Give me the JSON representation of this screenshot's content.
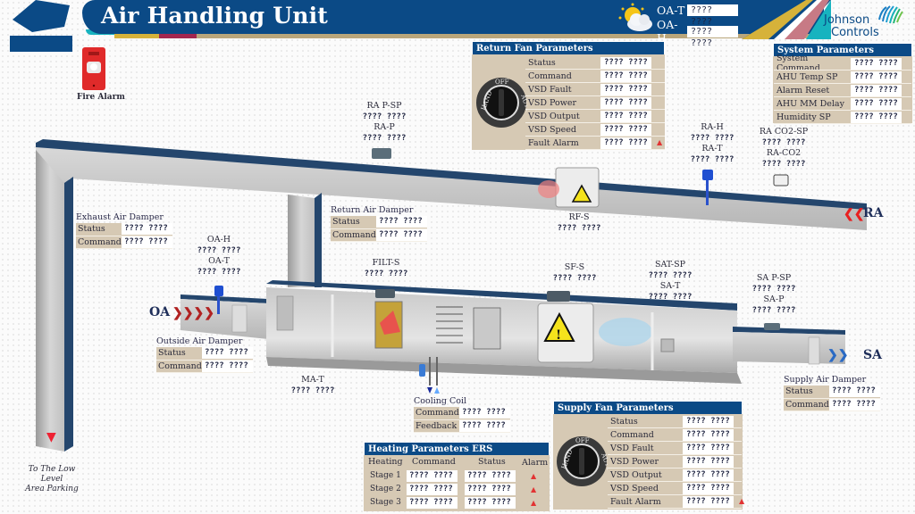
{
  "header": {
    "title": "Air Handling Unit",
    "oa_t": {
      "label": "OA-T",
      "value": "???? ????"
    },
    "oa_h": {
      "label": "OA-H",
      "value": "???? ????"
    },
    "brand_line1": "Johnson",
    "brand_line2": "Controls",
    "weather_icon": "partly-cloudy-icon",
    "colors": {
      "primary": "#0b4a86",
      "teal": "#17b3bf",
      "gold": "#d6b23a",
      "maroon": "#a3264f",
      "tan": "#b9a67b"
    }
  },
  "fire_alarm": {
    "label": "Fire Alarm"
  },
  "return_fan": {
    "title": "Return Fan Parameters",
    "selector": [
      "HAND",
      "OFF",
      "AUTO"
    ],
    "rows": [
      {
        "label": "Status",
        "value": "???? ????"
      },
      {
        "label": "Command",
        "value": "???? ????"
      },
      {
        "label": "VSD Fault",
        "value": "???? ????"
      },
      {
        "label": "VSD Power",
        "value": "???? ????"
      },
      {
        "label": "VSD Output",
        "value": "???? ????"
      },
      {
        "label": "VSD Speed",
        "value": "???? ????"
      },
      {
        "label": "Fault Alarm",
        "value": "???? ????"
      }
    ]
  },
  "system": {
    "title": "System Parameters",
    "rows": [
      {
        "label": "System Command",
        "value": "???? ????"
      },
      {
        "label": "AHU Temp SP",
        "value": "???? ????"
      },
      {
        "label": "Alarm Reset",
        "value": "???? ????"
      },
      {
        "label": "AHU MM Delay",
        "value": "???? ????"
      },
      {
        "label": "Humidity SP",
        "value": "???? ????"
      }
    ]
  },
  "points": {
    "ra_psp": {
      "label": "RA P-SP",
      "value": "???? ????"
    },
    "ra_p": {
      "label": "RA-P",
      "value": "???? ????"
    },
    "ra_h": {
      "label": "RA-H",
      "value": "???? ????"
    },
    "ra_t": {
      "label": "RA-T",
      "value": "???? ????"
    },
    "ra_co2sp": {
      "label": "RA CO2-SP",
      "value": "???? ????"
    },
    "ra_co2": {
      "label": "RA-CO2",
      "value": "???? ????"
    },
    "rf_s": {
      "label": "RF-S",
      "value": "???? ????"
    },
    "oa_h": {
      "label": "OA-H",
      "value": "???? ????"
    },
    "oa_t": {
      "label": "OA-T",
      "value": "???? ????"
    },
    "filt_s": {
      "label": "FILT-S",
      "value": "???? ????"
    },
    "sf_s": {
      "label": "SF-S",
      "value": "???? ????"
    },
    "sat_sp": {
      "label": "SAT-SP",
      "value": "???? ????"
    },
    "sa_t": {
      "label": "SA-T",
      "value": "???? ????"
    },
    "sa_psp": {
      "label": "SA P-SP",
      "value": "???? ????"
    },
    "sa_p": {
      "label": "SA-P",
      "value": "???? ????"
    },
    "ma_t": {
      "label": "MA-T",
      "value": "???? ????"
    }
  },
  "flows": {
    "ra": "RA",
    "oa": "OA",
    "sa": "SA"
  },
  "exhaust_damper": {
    "title": "Exhaust Air Damper",
    "rows": [
      {
        "label": "Status",
        "value": "???? ????"
      },
      {
        "label": "Command",
        "value": "???? ????"
      }
    ]
  },
  "return_damper": {
    "title": "Return Air Damper",
    "rows": [
      {
        "label": "Status",
        "value": "???? ????"
      },
      {
        "label": "Command",
        "value": "???? ????"
      }
    ]
  },
  "outside_damper": {
    "title": "Outside Air Damper",
    "rows": [
      {
        "label": "Status",
        "value": "???? ????"
      },
      {
        "label": "Command",
        "value": "???? ????"
      }
    ]
  },
  "supply_damper": {
    "title": "Supply Air Damper",
    "rows": [
      {
        "label": "Status",
        "value": "???? ????"
      },
      {
        "label": "Command",
        "value": "???? ????"
      }
    ]
  },
  "cooling_coil": {
    "title": "Cooling Coil",
    "rows": [
      {
        "label": "Command",
        "value": "???? ????"
      },
      {
        "label": "Feedback",
        "value": "???? ????"
      }
    ]
  },
  "heating": {
    "title": "Heating Parameters ERS",
    "columns": [
      "Heating",
      "Command",
      "Status",
      "Alarm"
    ],
    "rows": [
      {
        "stage": "Stage 1",
        "command": "???? ????",
        "status": "???? ????"
      },
      {
        "stage": "Stage 2",
        "command": "???? ????",
        "status": "???? ????"
      },
      {
        "stage": "Stage 3",
        "command": "???? ????",
        "status": "???? ????"
      }
    ]
  },
  "supply_fan": {
    "title": "Supply Fan Parameters",
    "selector": [
      "HAND",
      "OFF",
      "AUTO"
    ],
    "rows": [
      {
        "label": "Status",
        "value": "???? ????"
      },
      {
        "label": "Command",
        "value": "???? ????"
      },
      {
        "label": "VSD Fault",
        "value": "???? ????"
      },
      {
        "label": "VSD Power",
        "value": "???? ????"
      },
      {
        "label": "VSD Output",
        "value": "???? ????"
      },
      {
        "label": "VSD Speed",
        "value": "???? ????"
      },
      {
        "label": "Fault Alarm",
        "value": "???? ????"
      }
    ]
  },
  "exhaust_note": {
    "line1": "To The Low Level",
    "line2": "Area Parking"
  }
}
